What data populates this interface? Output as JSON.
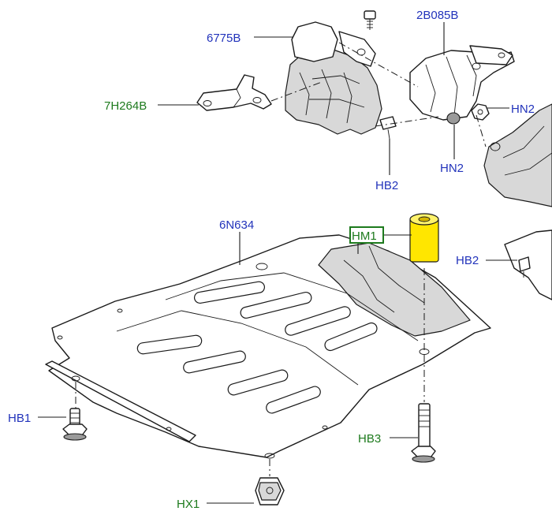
{
  "colors": {
    "label_blue": "#2233bb",
    "label_green": "#1d7a1d",
    "highlight_part": "#ffe600",
    "highlight_box": "#1d7a1d"
  },
  "callouts": {
    "c6775b": "6775B",
    "c2b085b": "2B085B",
    "c7h264b": "7H264B",
    "hn2_right": "HN2",
    "hn2_bottom": "HN2",
    "hb2_top": "HB2",
    "hb2_right": "HB2",
    "c6n634": "6N634",
    "hm1": "HM1",
    "hb1": "HB1",
    "hb3": "HB3",
    "hx1": "HX1"
  }
}
